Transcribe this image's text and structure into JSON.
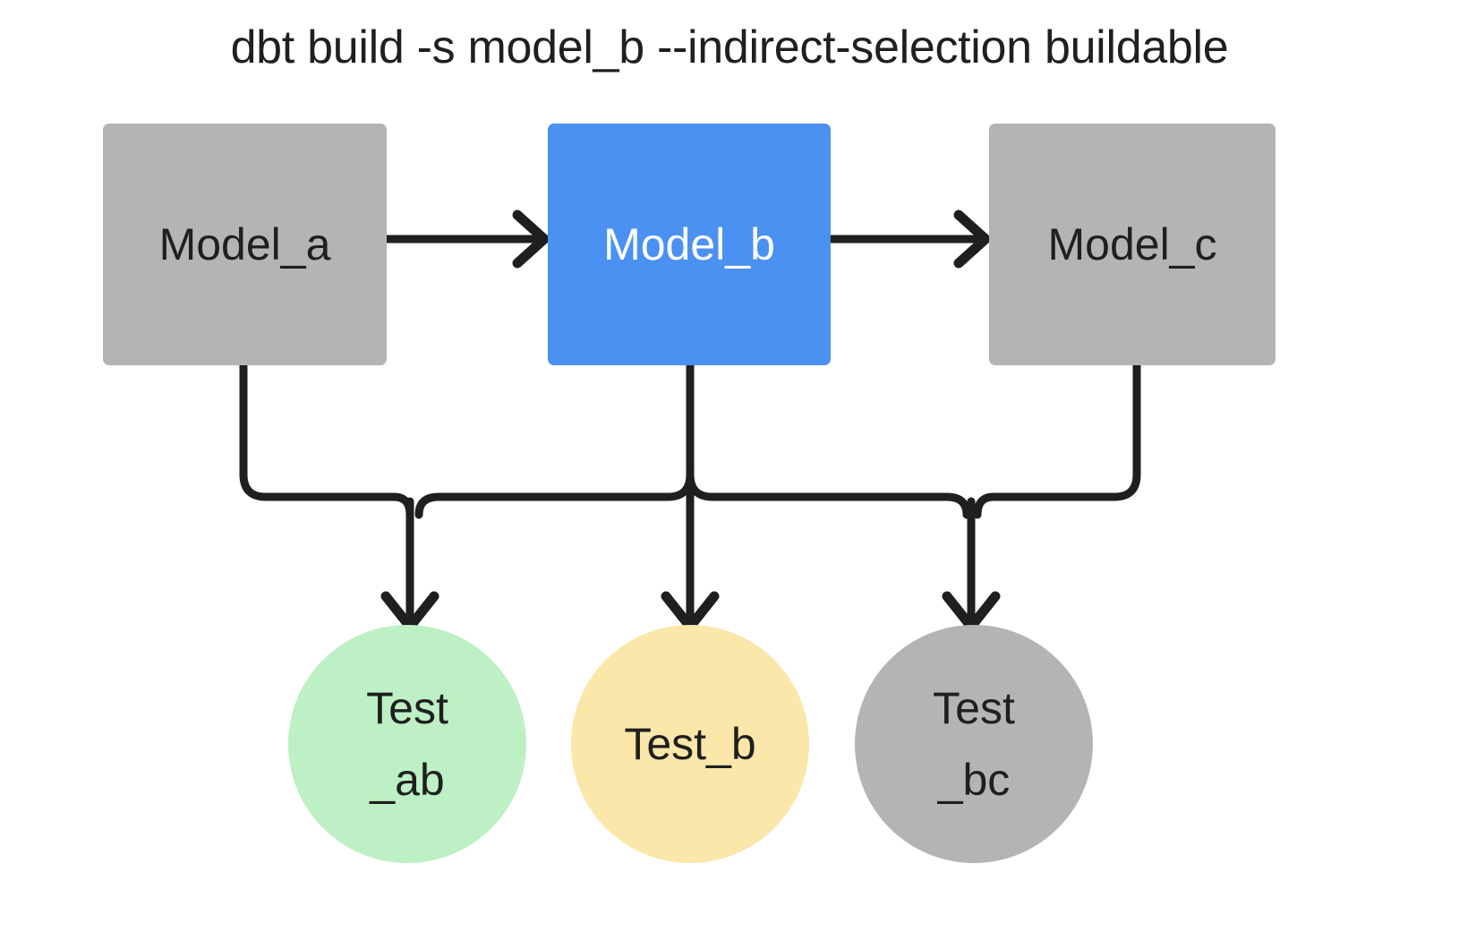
{
  "title": "dbt build -s model_b --indirect-selection buildable",
  "colors": {
    "background": "#ffffff",
    "text_dark": "#1f1f1f",
    "text_light": "#ffffff",
    "edge": "#1f1f1f",
    "model_gray": "#b4b4b4",
    "model_selected_blue": "#4a91f2",
    "test_green": "#bdf0c4",
    "test_yellow": "#fae7a9",
    "test_gray": "#b4b4b4"
  },
  "models": [
    {
      "id": "model-a",
      "label": "Model_a",
      "fill": "#b4b4b4",
      "text_color": "#1f1f1f",
      "selected": false
    },
    {
      "id": "model-b",
      "label": "Model_b",
      "fill": "#4a91f2",
      "text_color": "#ffffff",
      "selected": true
    },
    {
      "id": "model-c",
      "label": "Model_c",
      "fill": "#b4b4b4",
      "text_color": "#1f1f1f",
      "selected": false
    }
  ],
  "tests": [
    {
      "id": "test-ab",
      "label": "Test_ab",
      "line1": "Test",
      "line2": "_ab",
      "fill": "#bdf0c4",
      "text_color": "#1f1f1f"
    },
    {
      "id": "test-b",
      "label": "Test_b",
      "line1": "Test_b",
      "line2": "",
      "fill": "#fae7a9",
      "text_color": "#1f1f1f"
    },
    {
      "id": "test-bc",
      "label": "Test_bc",
      "line1": "Test",
      "line2": "_bc",
      "fill": "#b4b4b4",
      "text_color": "#1f1f1f"
    }
  ],
  "edges": [
    {
      "id": "edge-a-to-b",
      "from": "Model_a",
      "to": "Model_b",
      "style": "straight-arrow"
    },
    {
      "id": "edge-b-to-c",
      "from": "Model_b",
      "to": "Model_c",
      "style": "straight-arrow"
    },
    {
      "id": "edge-a-to-test-ab",
      "from": "Model_a",
      "to": "Test_ab",
      "style": "elbow-arrow"
    },
    {
      "id": "edge-b-to-test-ab",
      "from": "Model_b",
      "to": "Test_ab",
      "style": "elbow-arrow"
    },
    {
      "id": "edge-b-to-test-b",
      "from": "Model_b",
      "to": "Test_b",
      "style": "straight-arrow"
    },
    {
      "id": "edge-b-to-test-bc",
      "from": "Model_b",
      "to": "Test_bc",
      "style": "elbow-arrow"
    },
    {
      "id": "edge-c-to-test-bc",
      "from": "Model_c",
      "to": "Test_bc",
      "style": "elbow-arrow"
    }
  ]
}
